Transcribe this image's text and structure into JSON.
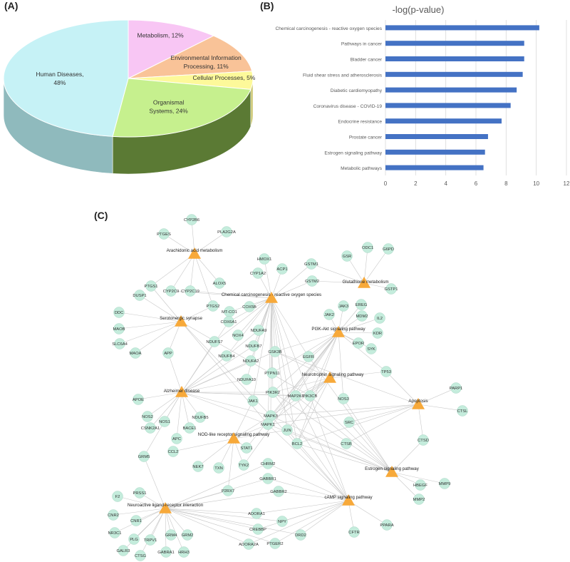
{
  "panels": {
    "a": "(A)",
    "b": "(B)",
    "c": "(C)"
  },
  "chart_data": [
    {
      "type": "pie",
      "slices": [
        {
          "line1": "Metabolism, 12%",
          "line2": "",
          "value": 12,
          "color": "#f8c6f4",
          "side": "#c79cc3"
        },
        {
          "line1": "Environmental Information",
          "line2": "Processing, 11%",
          "value": 11,
          "color": "#f9c398",
          "side": "#c38f68"
        },
        {
          "line1": "Cellular Processes, 5%",
          "line2": "",
          "value": 5,
          "color": "#fdf99a",
          "side": "#c9c46a"
        },
        {
          "line1": "Organismal",
          "line2": "Systems, 24%",
          "value": 24,
          "color": "#c6f08e",
          "side": "#5b7a34"
        },
        {
          "line1": "Human Diseases,",
          "line2": "48%",
          "value": 48,
          "color": "#c6f2f6",
          "side": "#8fbabd"
        }
      ]
    },
    {
      "type": "bar",
      "orientation": "horizontal",
      "title": "-log(p-value)",
      "categories": [
        "Chemical carcinogenesis - reactive oxygen species",
        "Pathways in cancer",
        "Bladder cancer",
        "Fluid shear stress and atherosclerosis",
        "Diabetic cardiomyopathy",
        "Coronavirus disease - COVID-19",
        "Endocrine resistance",
        "Prostate cancer",
        "Estrogen signaling pathway",
        "Metabolic pathways"
      ],
      "values": [
        10.2,
        9.2,
        9.2,
        9.1,
        8.7,
        8.3,
        7.7,
        6.8,
        6.6,
        6.5
      ],
      "xlim": [
        0,
        12
      ],
      "xticks": [
        "0",
        "2",
        "4",
        "6",
        "8",
        "10",
        "12"
      ],
      "bar_color": "#4472c4"
    },
    {
      "type": "network",
      "pathways": [
        "Arachidonic acid metabolism",
        "Chemical carcinogenesis - reactive oxygen species",
        "Glutathione metabolism",
        "Serotonergic synapse",
        "PI3K-Akt signaling pathway",
        "Neurotrophin signaling pathway",
        "Alzheimer disease",
        "Apoptosis",
        "NOD-like receptor signaling pathway",
        "Estrogen signaling pathway",
        "Neuroactive ligand-receptor interaction",
        "cAMP signaling pathway"
      ],
      "genes": [
        "CYP2B6",
        "PTGES",
        "PLA2G2A",
        "HMOX1",
        "ACP1",
        "GSTM1",
        "CYP1A2",
        "GSTM2",
        "GSR",
        "ODC1",
        "G6PD",
        "GSTP1",
        "PTGS1",
        "DUSP1",
        "CYP2C9",
        "CYP2C19",
        "ALOX5",
        "PTGS2",
        "MT-CO1",
        "COX5B",
        "COX6A1",
        "DDC",
        "MAOB",
        "SLC6A4",
        "MAOA",
        "NDUFS7",
        "NOX4",
        "NDUFA9",
        "NDUFB7",
        "NDUFB4",
        "NDUFA2",
        "JAK3",
        "EREG",
        "JAK2",
        "MDM2",
        "IL2",
        "KDR",
        "EPOR",
        "SYK",
        "APP",
        "GSK3B",
        "EGFR",
        "TP53",
        "NDUFA10",
        "PTPN11",
        "PARP1",
        "CTSL",
        "APOE",
        "NOS2",
        "NOS1",
        "CSNK2A1",
        "BACE1",
        "NDUFB5",
        "APC",
        "PIK3R2",
        "JAK1",
        "MAP2K1",
        "PIK3CB",
        "NOS3",
        "MAPK3",
        "MAPK1",
        "SRC",
        "JUN",
        "BCL2",
        "CTSB",
        "CTSD",
        "GRM5",
        "CCL2",
        "NEK7",
        "TXN",
        "STAT1",
        "TYK2",
        "CHRM2",
        "HBEGF",
        "MMP9",
        "MMP2",
        "GABBR1",
        "P2RX7",
        "GABBR2",
        "F2",
        "PRSS1",
        "CNR2",
        "CNR1",
        "NR3C1",
        "PLG",
        "TRPV1",
        "GRM4",
        "GRM2",
        "GALR3",
        "CTSG",
        "GABRA1",
        "HRH3",
        "ADORA1",
        "NPY",
        "CREBBP",
        "DRD2",
        "CFTR",
        "PPARA",
        "ADORA2A",
        "PTGER2"
      ]
    }
  ]
}
